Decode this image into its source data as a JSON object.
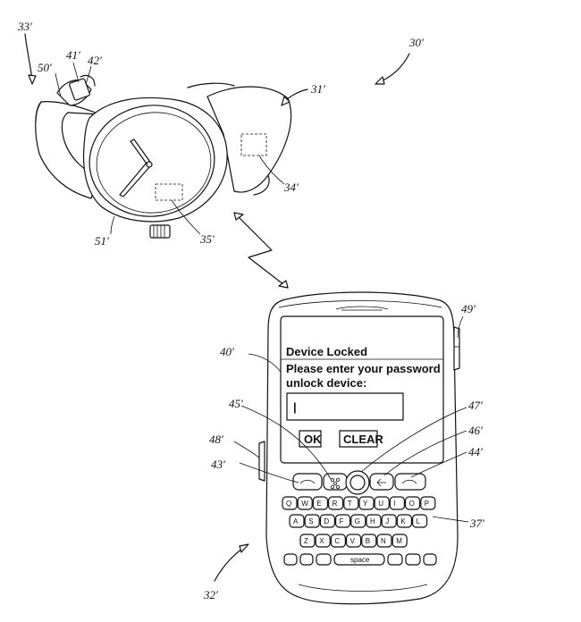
{
  "refs": {
    "r30": "30′",
    "r31": "31′",
    "r32": "32′",
    "r33": "33′",
    "r34": "34′",
    "r35": "35′",
    "r37": "37′",
    "r40": "40′",
    "r41": "41′",
    "r42": "42′",
    "r43": "43′",
    "r44": "44′",
    "r45": "45′",
    "r46": "46′",
    "r47": "47′",
    "r48": "48′",
    "r49": "49′",
    "r50": "50′",
    "r51": "51′"
  },
  "screen": {
    "title": "Device Locked",
    "prompt_line1": "Please enter your password",
    "prompt_line2": "unlock device:",
    "input_value": "|",
    "ok_label": "OK",
    "clear_label": "CLEAR"
  },
  "keyboard": {
    "row1": [
      "Q",
      "W",
      "E",
      "R",
      "T",
      "Y",
      "U",
      "I",
      "O",
      "P"
    ],
    "row2": [
      "A",
      "S",
      "D",
      "F",
      "G",
      "H",
      "J",
      "K",
      "L"
    ],
    "row3": [
      "Z",
      "X",
      "C",
      "V",
      "B",
      "N",
      "M"
    ],
    "space_label": "space"
  }
}
